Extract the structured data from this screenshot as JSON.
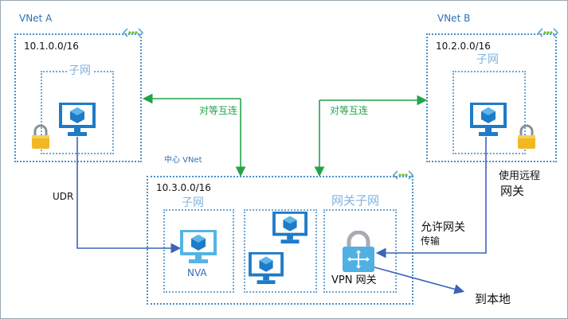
{
  "vnet_a": {
    "name": "VNet A",
    "cidr": "10.1.0.0/16",
    "subnet": "子网"
  },
  "vnet_b": {
    "name": "VNet B",
    "cidr": "10.2.0.0/16",
    "subnet": "子网"
  },
  "hub": {
    "name": "中心 VNet",
    "cidr": "10.3.0.0/16",
    "subnet": "子网",
    "gateway_subnet": "网关子网",
    "nva": "NVA",
    "vpn_gateway": "VPN 网关"
  },
  "peering_left": "对等互连",
  "peering_right": "对等互连",
  "udr": "UDR",
  "use_remote_gateway_line1": "使用远程",
  "use_remote_gateway_line2": "网关",
  "allow_gateway_transit_line1": "允许网关",
  "allow_gateway_transit_line2": "传输",
  "on_premises": "到本地",
  "colors": {
    "vnet_border": "#4a90c9",
    "peering_arrow": "#22a34a",
    "route_arrow": "#3b63b8",
    "vm_blue": "#1e7bc8",
    "nva_blue": "#55b4e6",
    "lock_yellow": "#f2b824"
  },
  "icons": [
    "peering-icon",
    "vm-icon",
    "lock-icon",
    "nva-icon",
    "vpn-gateway-icon"
  ]
}
